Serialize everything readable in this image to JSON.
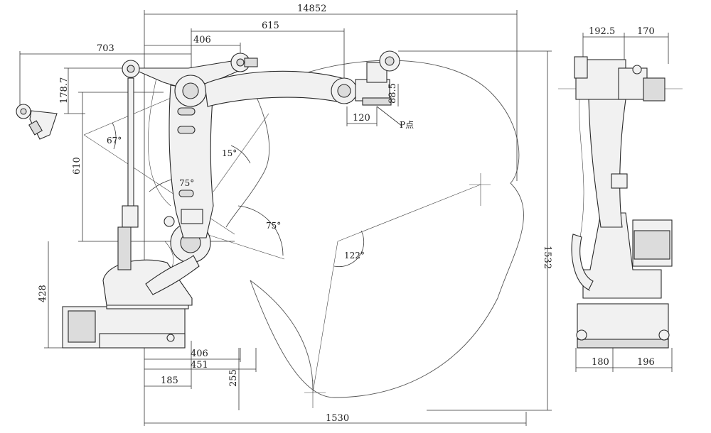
{
  "dimensions": {
    "top_overall": "14852",
    "top_615": "615",
    "top_406": "406",
    "top_703": "703",
    "v_178": "178.7",
    "v_610": "610",
    "v_428": "428",
    "v_1532": "1532",
    "v_88": "88.5",
    "h_120": "120",
    "b_406": "406",
    "b_451": "451",
    "b_185": "185",
    "v_255": "255",
    "b_1530": "1530",
    "side_192": "192.5",
    "side_170": "170",
    "side_180": "180",
    "side_196": "196"
  },
  "angles": {
    "a67": "67°",
    "a15": "15°",
    "a75_upper": "75°",
    "a75_lower": "75°",
    "a122": "122°"
  },
  "labels": {
    "p_point": "P点"
  }
}
